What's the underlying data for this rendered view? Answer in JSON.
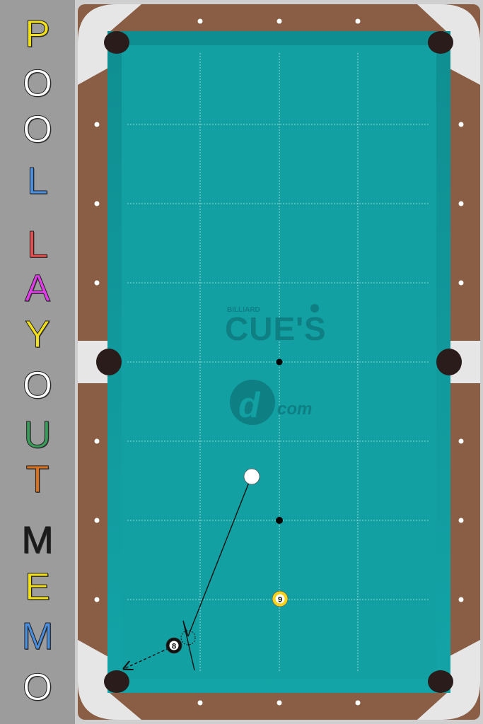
{
  "app": {
    "title_letters": [
      {
        "ch": "P",
        "color": "#f2e01a"
      },
      {
        "ch": "O",
        "color": "#ffffff"
      },
      {
        "ch": "O",
        "color": "#ffffff"
      },
      {
        "ch": "L",
        "color": "#4b8fe0"
      },
      {
        "ch": "L",
        "color": "#e85050"
      },
      {
        "ch": "A",
        "color": "#e03ce8"
      },
      {
        "ch": "Y",
        "color": "#f2e01a"
      },
      {
        "ch": "O",
        "color": "#ffffff"
      },
      {
        "ch": "U",
        "color": "#3a9a5a"
      },
      {
        "ch": "T",
        "color": "#d9701e"
      },
      {
        "ch": "M",
        "color": "#1a1a1a"
      },
      {
        "ch": "E",
        "color": "#f2e01a"
      },
      {
        "ch": "M",
        "color": "#4b8fe0"
      },
      {
        "ch": "O",
        "color": "#ffffff"
      }
    ]
  },
  "table": {
    "cloth_color": "#12a0a3",
    "rail_color": "#8a5e44",
    "corner_color": "#e6e6e6",
    "pocket_color": "#2a1c1a",
    "logo": {
      "small_text": "BILLIARD",
      "big_text": "CUE'S",
      "domain_text": "com",
      "color": "#0e7f83"
    }
  },
  "balls": [
    {
      "id": "cue",
      "label": "",
      "color": "#ffffff"
    },
    {
      "id": "nine",
      "label": "9",
      "color": "#f5d31a"
    },
    {
      "id": "eight",
      "label": "8",
      "color": "#111111"
    }
  ],
  "spots": [
    {
      "id": "head-spot"
    },
    {
      "id": "foot-spot"
    }
  ]
}
